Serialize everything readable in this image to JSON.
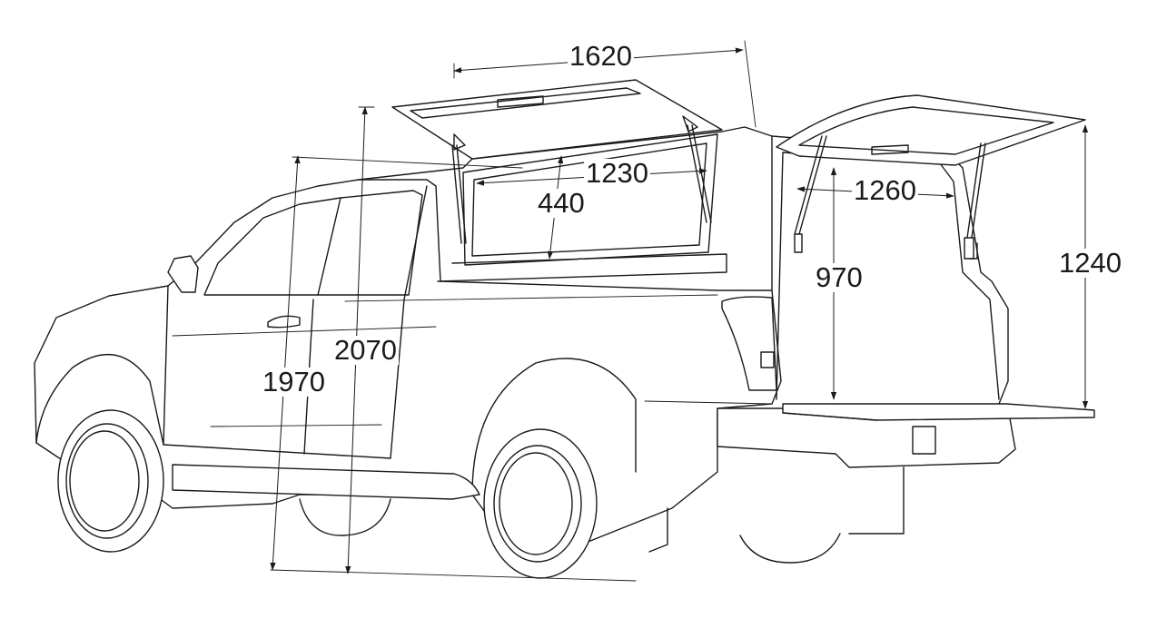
{
  "dimensions": {
    "canopy_length": "1620",
    "side_window_width": "1230",
    "side_window_height": "440",
    "rear_opening_width": "1260",
    "rear_opening_height": "970",
    "canopy_height_over_tailgate": "1240",
    "overall_height": "1970",
    "overall_height_with_canopy": "2070"
  }
}
